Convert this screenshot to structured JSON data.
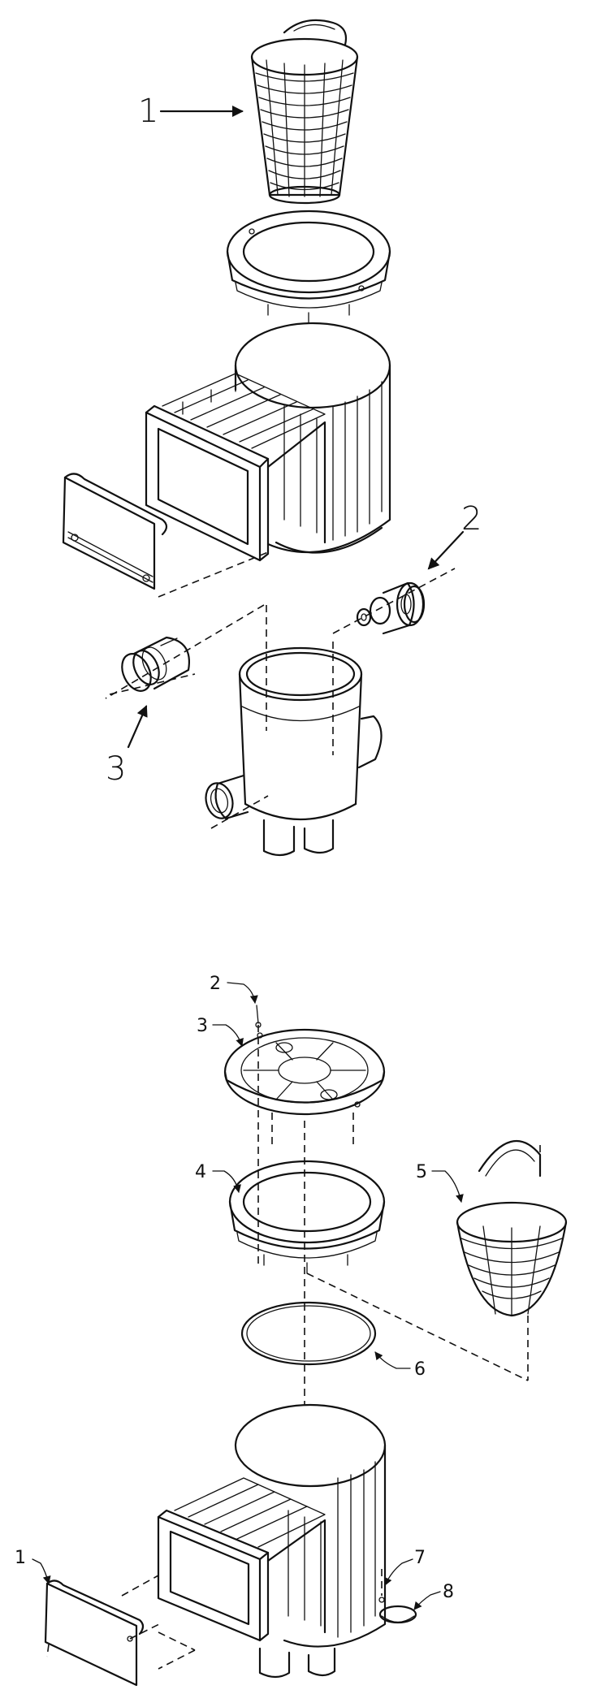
{
  "diagram_top": {
    "callouts": [
      {
        "id": "top-callout-1",
        "label": "1"
      },
      {
        "id": "top-callout-2",
        "label": "2"
      },
      {
        "id": "top-callout-3",
        "label": "3"
      }
    ]
  },
  "diagram_bottom": {
    "callouts": [
      {
        "id": "bottom-callout-1",
        "label": "1"
      },
      {
        "id": "bottom-callout-2",
        "label": "2"
      },
      {
        "id": "bottom-callout-3",
        "label": "3"
      },
      {
        "id": "bottom-callout-4",
        "label": "4"
      },
      {
        "id": "bottom-callout-5",
        "label": "5"
      },
      {
        "id": "bottom-callout-6",
        "label": "6"
      },
      {
        "id": "bottom-callout-7",
        "label": "7"
      },
      {
        "id": "bottom-callout-8",
        "label": "8"
      }
    ]
  }
}
